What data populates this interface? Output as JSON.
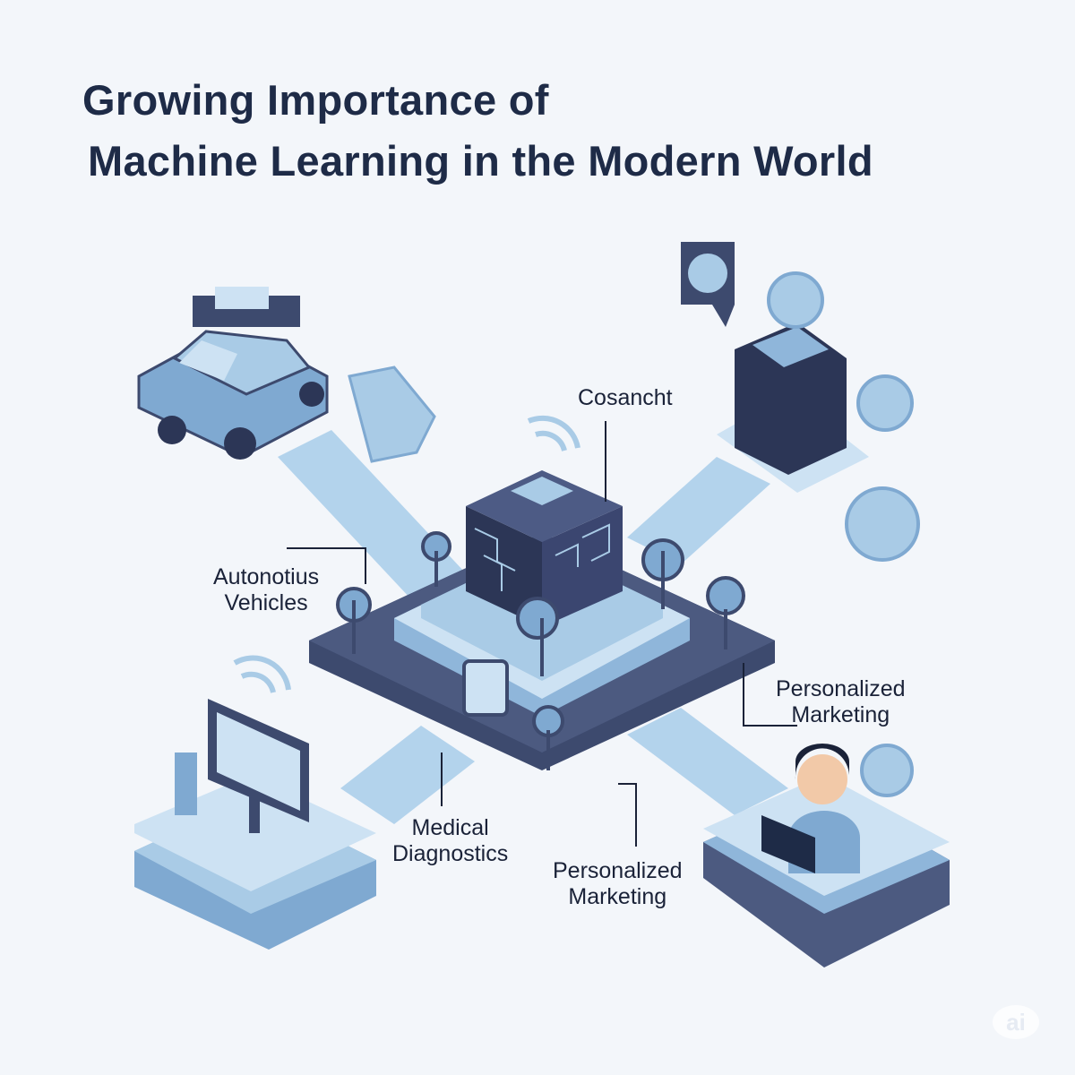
{
  "title": {
    "line1": "Growing Importance of",
    "line2": "Machine Learning in the Modern World"
  },
  "labels": {
    "core": "Cosancht",
    "autonomous": [
      "Autonotius",
      "Vehicles"
    ],
    "medical": [
      "Medical",
      "Diagnostics"
    ],
    "marketing_right": [
      "Personalized",
      "Marketing"
    ],
    "marketing_bottom": [
      "Personalized",
      "Marketing"
    ]
  },
  "watermark": "ai",
  "colors": {
    "dark": "#3d4a6e",
    "light": "#a9cbe6",
    "mid": "#7fa9d1",
    "title": "#1e2b47"
  }
}
